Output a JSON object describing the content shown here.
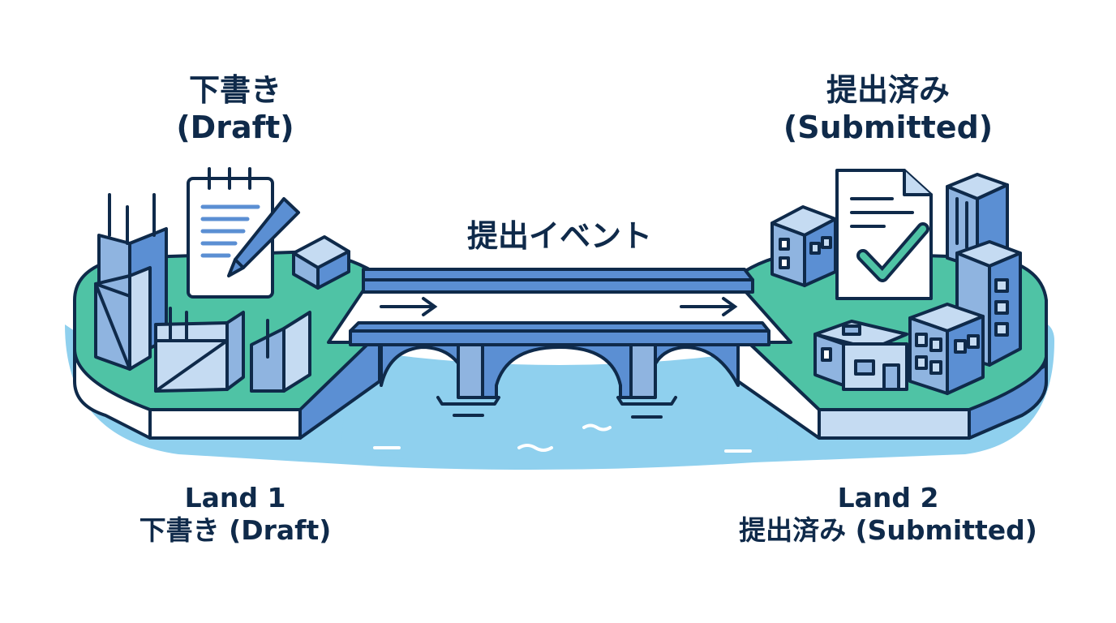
{
  "left": {
    "title_jp": "下書き",
    "title_en": "(Draft)",
    "caption_line1": "Land 1",
    "caption_line2": "下書き (Draft)"
  },
  "right": {
    "title_jp": "提出済み",
    "title_en": "(Submitted)",
    "caption_line1": "Land 2",
    "caption_line2": "提出済み (Submitted)"
  },
  "bridge": {
    "label": "提出イベント"
  },
  "colors": {
    "outline": "#0f2a4a",
    "land_green": "#4fc3a5",
    "water": "#8fd0ee",
    "building_blue": "#8fb4e0",
    "building_light": "#c5dbf2",
    "bridge_blue": "#5b8fd3"
  },
  "icons": {
    "left_document": "notepad-pencil-icon",
    "right_document": "document-check-icon"
  }
}
